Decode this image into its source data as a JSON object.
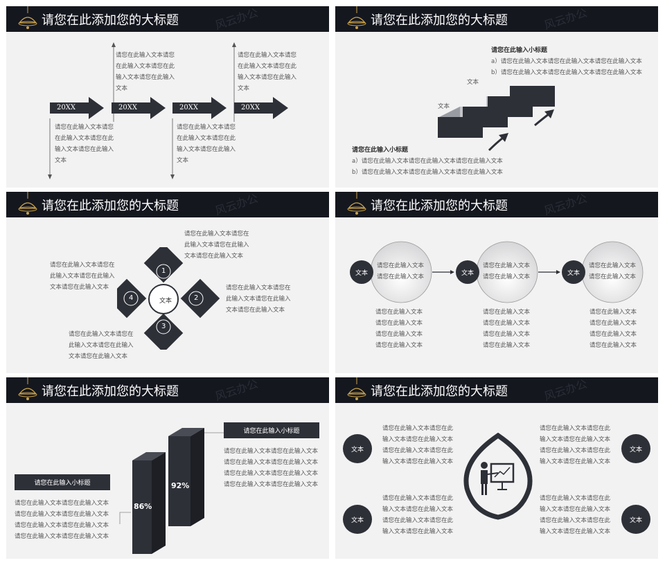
{
  "slide_title": "请您在此添加您的大标题",
  "watermark": "风云办公",
  "slide1": {
    "arrows": [
      "20XX",
      "20XX",
      "20XX",
      "20XX"
    ],
    "top_texts": [
      [
        "请您在此输入文本请您",
        "在此输入文本请您在此",
        "输入文本请您在此输入",
        "文本"
      ],
      [
        "请您在此输入文本请您",
        "在此输入文本请您在此",
        "输入文本请您在此输入",
        "文本"
      ]
    ],
    "bottom_texts": [
      [
        "请您在此输入文本请您",
        "在此输入文本请您在此",
        "输入文本请您在此输入",
        "文本"
      ],
      [
        "请您在此输入文本请您",
        "在此输入文本请您在此",
        "输入文本请您在此输入",
        "文本"
      ]
    ]
  },
  "slide2": {
    "heading_top": "请您在此输入小标题",
    "items_top": [
      "a）请您在此输入文本请您在此输入文本请您在此输入文本",
      "b）请您在此输入文本请您在此输入文本请您在此输入文本"
    ],
    "label_upper": "文本",
    "label_lower": "文本",
    "heading_bottom": "请您在此输入小标题",
    "items_bottom": [
      "a）请您在此输入文本请您在此输入文本请您在此输入文本",
      "b）请您在此输入文本请您在此输入文本请您在此输入文本"
    ]
  },
  "slide3": {
    "center": "文本",
    "numbers": [
      "1",
      "2",
      "3",
      "4"
    ],
    "text_top": [
      "请您在此输入文本请您在",
      "此输入文本请您在此输入",
      "文本请您在此输入文本"
    ],
    "text_right": [
      "请您在此输入文本请您在",
      "此输入文本请您在此输入",
      "文本请您在此输入文本"
    ],
    "text_bottom": [
      "请您在此输入文本请您在",
      "此输入文本请您在此输入",
      "文本请您在此输入文本"
    ],
    "text_left": [
      "请您在此输入文本请您在",
      "此输入文本请您在此输入",
      "文本请您在此输入文本"
    ]
  },
  "slide4": {
    "steps": [
      {
        "label": "文本",
        "inner": [
          "请您在此输入文本",
          "请您在此输入文本"
        ],
        "below": [
          "请您在此输入文本",
          "请您在此输入文本",
          "请您在此输入文本",
          "请您在此输入文本"
        ]
      },
      {
        "label": "文本",
        "inner": [
          "请您在此输入文本",
          "请您在此输入文本"
        ],
        "below": [
          "请您在此输入文本",
          "请您在此输入文本",
          "请您在此输入文本",
          "请您在此输入文本"
        ]
      },
      {
        "label": "文本",
        "inner": [
          "请您在此输入文本",
          "请您在此输入文本"
        ],
        "below": [
          "请您在此输入文本",
          "请您在此输入文本",
          "请您在此输入文本",
          "请您在此输入文本"
        ]
      }
    ]
  },
  "slide5": {
    "heading_right": "请您在此输入小标题",
    "text_right": [
      "请您在此输入文本请您在此输入文本",
      "请您在此输入文本请您在此输入文本",
      "请您在此输入文本请您在此输入文本",
      "请您在此输入文本请您在此输入文本"
    ],
    "heading_left": "请您在此输入小标题",
    "text_left": [
      "请您在此输入文本请您在此输入文本",
      "请您在此输入文本请您在此输入文本",
      "请您在此输入文本请您在此输入文本",
      "请您在此输入文本请您在此输入文本"
    ],
    "bar_short": "86%",
    "bar_tall": "92%"
  },
  "slide6": {
    "labels": [
      "文本",
      "文本",
      "文本",
      "文本"
    ],
    "text_tl": [
      "请您在此输入文本请您在此",
      "输入文本请您在此输入文本",
      "请您在此输入文本请您在此",
      "输入文本请您在此输入文本"
    ],
    "text_tr": [
      "请您在此输入文本请您在此",
      "输入文本请您在此输入文本",
      "请您在此输入文本请您在此",
      "输入文本请您在此输入文本"
    ],
    "text_bl": [
      "请您在此输入文本请您在此",
      "输入文本请您在此输入文本",
      "请您在此输入文本请您在此",
      "输入文本请您在此输入文本"
    ],
    "text_br": [
      "请您在此输入文本请您在此",
      "输入文本请您在此输入文本",
      "请您在此输入文本请您在此",
      "输入文本请您在此输入文本"
    ]
  },
  "colors": {
    "header": "#15171f",
    "dark": "#2e3038",
    "slide_bg": "#f2f2f2",
    "lamp": "#c9a34a"
  }
}
